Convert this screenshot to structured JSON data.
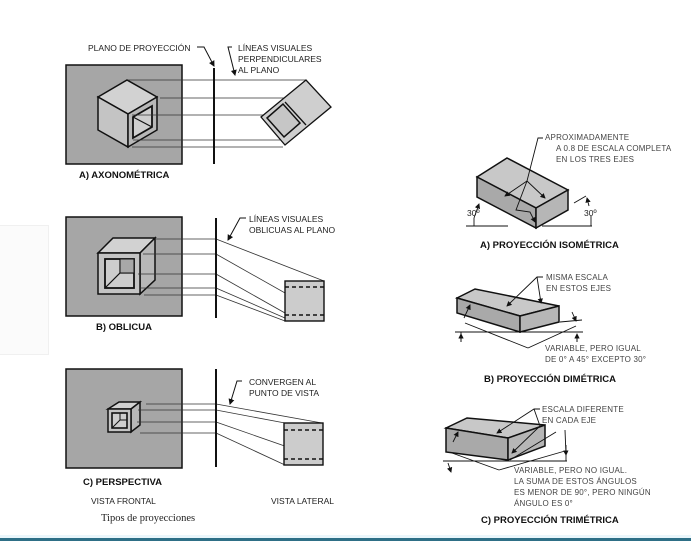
{
  "figure": {
    "caption": "Tipos de proyecciones",
    "colors": {
      "plane_fill": "#a6a6a6",
      "face_light": "#d2d2d2",
      "face_mid": "#bdbdbd",
      "face_dark": "#9a9a9a",
      "ink": "#111111",
      "accent_bar": "#2e6f86"
    },
    "left_column": {
      "column_labels": {
        "front": "VISTA FRONTAL",
        "side": "VISTA LATERAL"
      },
      "panels": [
        {
          "id": "axonometric",
          "caption": "A) AXONOMÉTRICA",
          "labels": [
            "PLANO DE PROYECCIÓN",
            "LÍNEAS VISUALES",
            "PERPENDICULARES",
            "AL PLANO"
          ]
        },
        {
          "id": "oblique",
          "caption": "B) OBLICUA",
          "labels": [
            "LÍNEAS VISUALES",
            "OBLICUAS AL PLANO"
          ]
        },
        {
          "id": "perspective",
          "caption": "C) PERSPECTIVA",
          "labels": [
            "CONVERGEN AL",
            "PUNTO DE VISTA"
          ]
        }
      ]
    },
    "right_column": {
      "panels": [
        {
          "id": "isometric",
          "caption": "A) PROYECCIÓN ISOMÉTRICA",
          "notes": [
            "APROXIMADAMENTE",
            "A 0.8 DE ESCALA COMPLETA",
            "EN LOS TRES EJES"
          ],
          "angle_left": "30º",
          "angle_right": "30º"
        },
        {
          "id": "dimetric",
          "caption": "B) PROYECCIÓN DIMÉTRICA",
          "notes": [
            "MISMA ESCALA",
            "EN ESTOS EJES"
          ],
          "angle_notes": [
            "VARIABLE, PERO IGUAL",
            "DE 0° A 45° EXCEPTO 30°"
          ]
        },
        {
          "id": "trimetric",
          "caption": "C) PROYECCIÓN TRIMÉTRICA",
          "notes": [
            "ESCALA DIFERENTE",
            "EN CADA EJE"
          ],
          "angle_notes": [
            "VARIABLE, PERO NO IGUAL.",
            "LA SUMA DE ESTOS ÁNGULOS",
            "ES MENOR DE 90°, PERO NINGÚN",
            "ÁNGULO ES 0°"
          ]
        }
      ]
    }
  }
}
